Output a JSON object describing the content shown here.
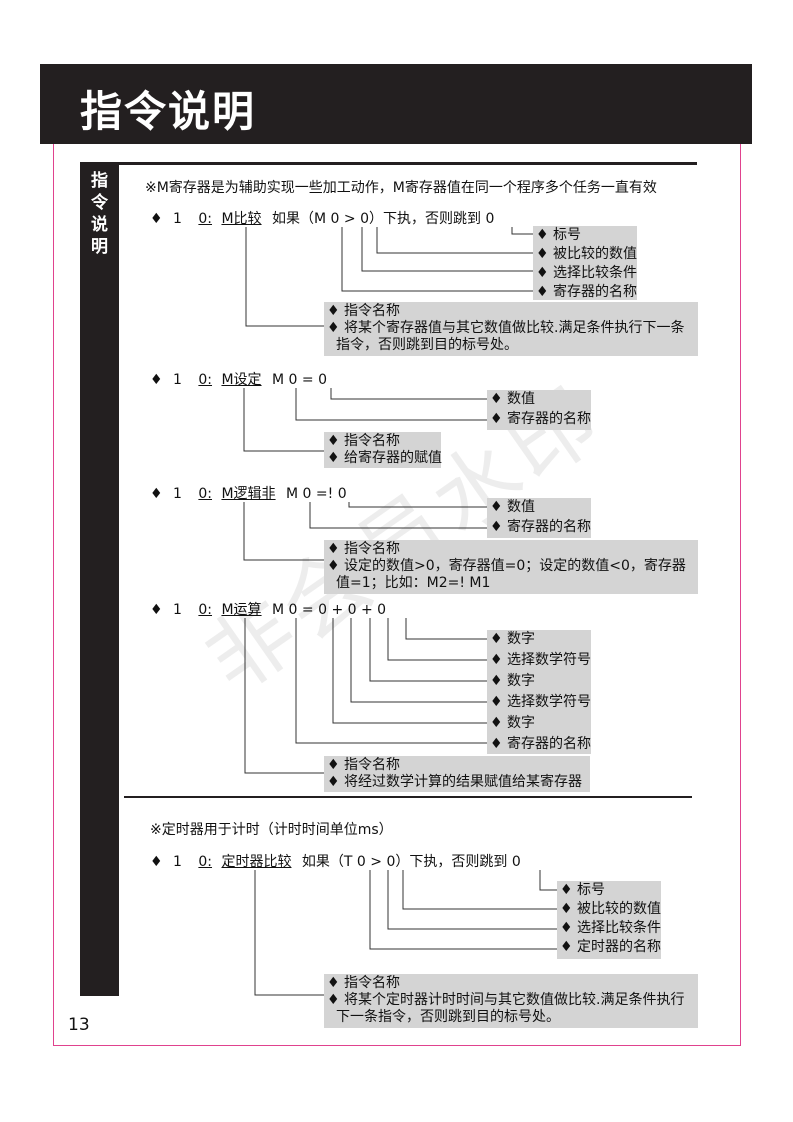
{
  "header": {
    "title": "指令说明"
  },
  "sidebar": {
    "label": "指令说明"
  },
  "page_number": "13",
  "watermark": "非会员水印",
  "m_note": "※M寄存器是为辅助实现一些加工动作，M寄存器值在同一个程序多个任务一直有效",
  "compare": {
    "bullet": "♦",
    "num": "1",
    "op0": "0:",
    "cmd": "M比较",
    "expr": "如果（M 0 > 0）下执，否则跳到 0",
    "labels": [
      "♦ 标号",
      "♦ 被比较的数值",
      "♦ 选择比较条件",
      "♦ 寄存器的名称"
    ],
    "desc": [
      "♦ 指令名称",
      "♦ 将某个寄存器值与其它数值做比较.满足条件执行下一条",
      "指令，否则跳到目的标号处。"
    ]
  },
  "set": {
    "bullet": "♦",
    "num": "1",
    "op0": "0:",
    "cmd": "M设定",
    "expr": "M 0 = 0",
    "labels": [
      "♦ 数值",
      "♦ 寄存器的名称"
    ],
    "desc": [
      "♦ 指令名称",
      "♦ 给寄存器的赋值"
    ]
  },
  "logic": {
    "bullet": "♦",
    "num": "1",
    "op0": "0:",
    "cmd": "M逻辑非",
    "expr": "M 0 =! 0",
    "labels": [
      "♦ 数值",
      "♦ 寄存器的名称"
    ],
    "desc": [
      "♦ 指令名称",
      "♦ 设定的数值>0，寄存器值=0；设定的数值<0，寄存器",
      "值=1；比如：M2=! M1"
    ]
  },
  "calc": {
    "bullet": "♦",
    "num": "1",
    "op0": "0:",
    "cmd": "M运算",
    "expr": "M 0 = 0 + 0 + 0",
    "labels": [
      "♦ 数字",
      "♦ 选择数学符号",
      "♦ 数字",
      "♦ 选择数学符号",
      "♦ 数字",
      "♦ 寄存器的名称"
    ],
    "desc": [
      "♦ 指令名称",
      "♦ 将经过数学计算的结果赋值给某寄存器"
    ]
  },
  "timer_note": "※定时器用于计时（计时时间单位ms）",
  "timer": {
    "bullet": "♦",
    "num": "1",
    "op0": "0:",
    "cmd": "定时器比较",
    "expr": "如果（T 0 > 0）下执，否则跳到 0",
    "labels": [
      "♦ 标号",
      "♦ 被比较的数值",
      "♦ 选择比较条件",
      "♦ 定时器的名称"
    ],
    "desc": [
      "♦ 指令名称",
      "♦ 将某个定时器计时时间与其它数值做比较.满足条件执行",
      "下一条指令，否则跳到目的标号处。"
    ]
  }
}
